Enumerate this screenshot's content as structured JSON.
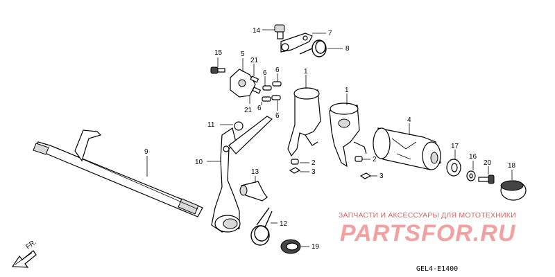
{
  "callouts": {
    "c1a": "1",
    "c1b": "1",
    "c2a": "2",
    "c2b": "2",
    "c3a": "3",
    "c3b": "3",
    "c4": "4",
    "c5": "5",
    "c6a": "6",
    "c6b": "6",
    "c6c": "6",
    "c6d": "6",
    "c7": "7",
    "c8": "8",
    "c9": "9",
    "c10": "10",
    "c11": "11",
    "c12": "12",
    "c13": "13",
    "c14": "14",
    "c15": "15",
    "c16": "16",
    "c17": "17",
    "c18": "18",
    "c19": "19",
    "c20": "20",
    "c21a": "21",
    "c21b": "21"
  },
  "direction_label": "FR.",
  "watermark": {
    "text": "ЗАПЧАСТИ И АКСЕССУАРЫ ДЛЯ МОТОТЕХНИКИ",
    "logo": "PARTSFOR.RU"
  },
  "diagram_code": "GEL4-E1400",
  "colors": {
    "watermark_text": "#e06060",
    "watermark_logo": "#f4a0a0",
    "lines": "#000000"
  }
}
